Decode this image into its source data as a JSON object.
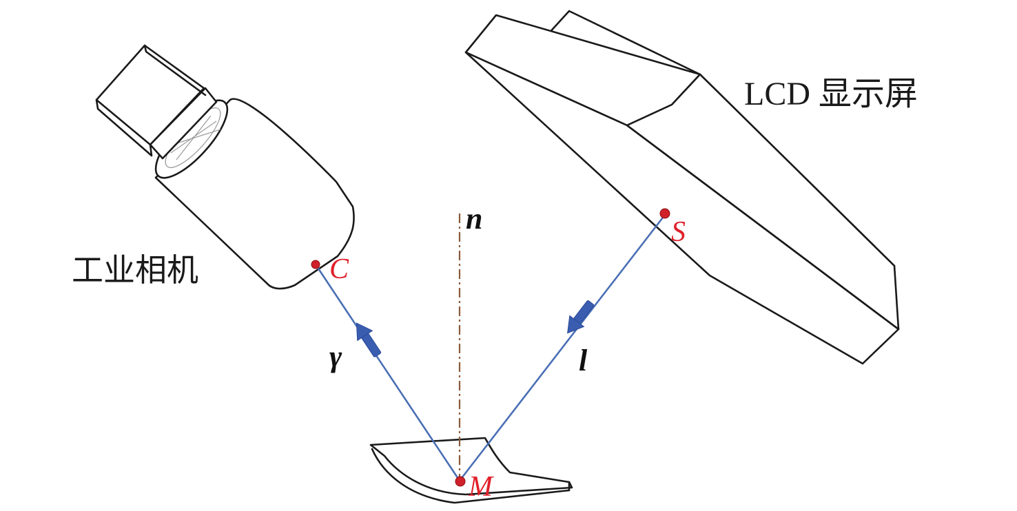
{
  "labels": {
    "camera": "工业相机",
    "display": "LCD 显示屏",
    "camera_point": "C",
    "source_point": "S",
    "surface_point": "M",
    "normal": "n",
    "reflected_vector": "γ",
    "incident_vector": "l"
  },
  "colors": {
    "point_label": "#e0202a",
    "ray": "#4a6fb5",
    "outline": "#1a1a1a"
  }
}
